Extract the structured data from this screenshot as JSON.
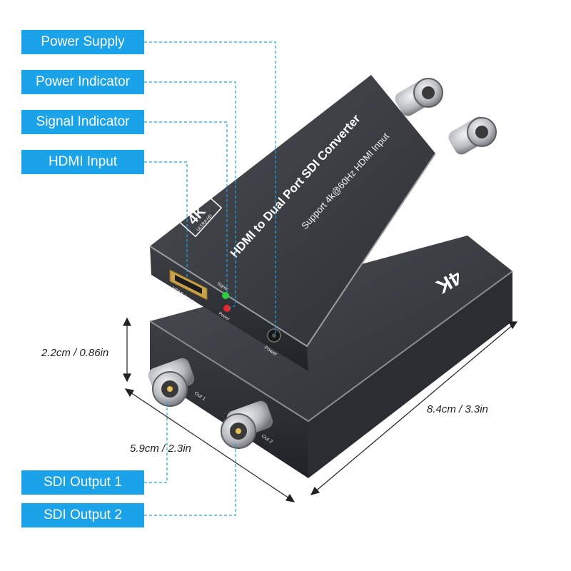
{
  "callouts": {
    "power_supply": "Power Supply",
    "power_indicator": "Power Indicator",
    "signal_indicator": "Signal Indicator",
    "hdmi_input": "HDMI Input",
    "sdi_output_1": "SDI Output 1",
    "sdi_output_2": "SDI Output 2"
  },
  "dimensions": {
    "height": "2.2cm / 0.86in",
    "width": "5.9cm / 2.3in",
    "length": "8.4cm / 3.3in"
  },
  "device_top": {
    "title": "HDMI to Dual Port SDI Converter",
    "subtitle": "Support 4k@60Hz HDMI Input",
    "badge_main": "4K",
    "badge_sub": "ULTRA HD",
    "port_label": "HDMI Input",
    "led_signal": "Signal",
    "led_power": "Power",
    "power_port_label": "Power"
  },
  "device_bottom": {
    "badge": "4K",
    "out_1": "Out 1",
    "out_2": "Out 2"
  },
  "colors": {
    "accent": "#1aa3e8",
    "device_body": "#3a3d42",
    "led_green": "#2ecc40",
    "led_red": "#e8262a"
  }
}
